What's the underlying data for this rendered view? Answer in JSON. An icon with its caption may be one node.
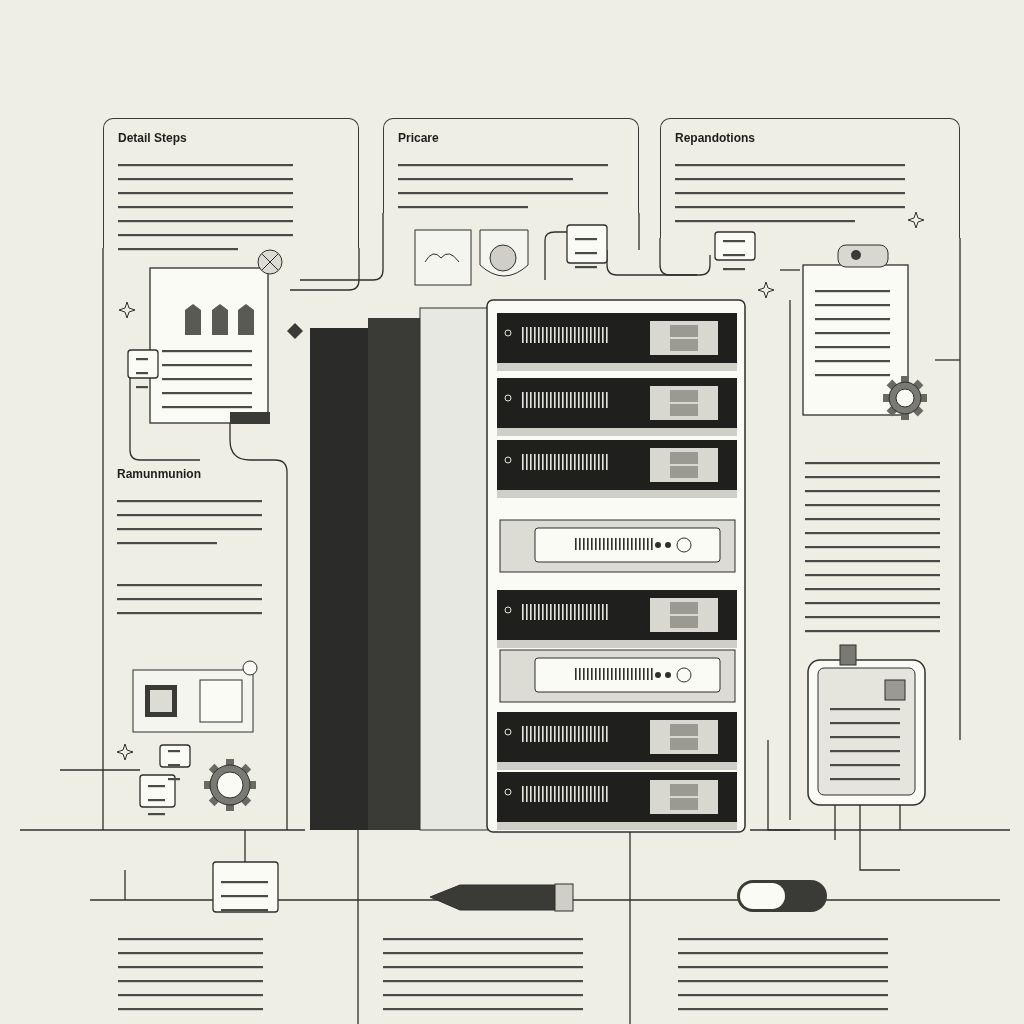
{
  "diagram": {
    "nodes": [
      {
        "text": [
          "Detail Steps"
        ]
      },
      {
        "text": [
          "Pricare"
        ]
      },
      {
        "text": [
          "Repandotions"
        ]
      },
      {
        "text": [
          "Ramunmunion"
        ]
      }
    ]
  }
}
